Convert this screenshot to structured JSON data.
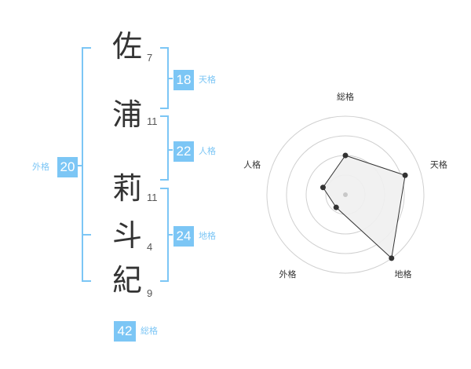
{
  "name": {
    "characters": [
      {
        "char": "佐",
        "strokes": "7"
      },
      {
        "char": "浦",
        "strokes": "11"
      },
      {
        "char": "莉",
        "strokes": "11"
      },
      {
        "char": "斗",
        "strokes": "4"
      },
      {
        "char": "紀",
        "strokes": "9"
      }
    ]
  },
  "scores": {
    "tenkaku": {
      "value": "18",
      "label": "天格"
    },
    "jinkaku": {
      "value": "22",
      "label": "人格"
    },
    "chikaku": {
      "value": "24",
      "label": "地格"
    },
    "gaikaku": {
      "value": "20",
      "label": "外格"
    },
    "soukaku": {
      "value": "42",
      "label": "総格"
    }
  },
  "colors": {
    "accent": "#7cc6f5",
    "radar_fill": "#efefef",
    "radar_line": "#333333"
  },
  "chart_data": {
    "type": "radar",
    "axes": [
      "総格",
      "天格",
      "地格",
      "外格",
      "人格"
    ],
    "values": [
      0.5,
      0.8,
      1.0,
      0.2,
      0.3
    ],
    "rings": 4,
    "grid": true
  }
}
